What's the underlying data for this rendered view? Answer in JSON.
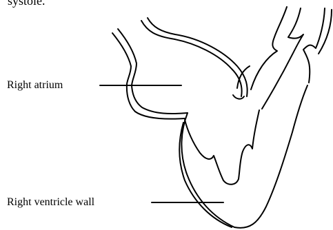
{
  "diagram": {
    "caption_fragment": "systole.",
    "labels": {
      "right_atrium": "Right atrium",
      "right_ventricle_wall": "Right ventricle wall"
    },
    "line_color": "#000000",
    "background": "#ffffff"
  }
}
